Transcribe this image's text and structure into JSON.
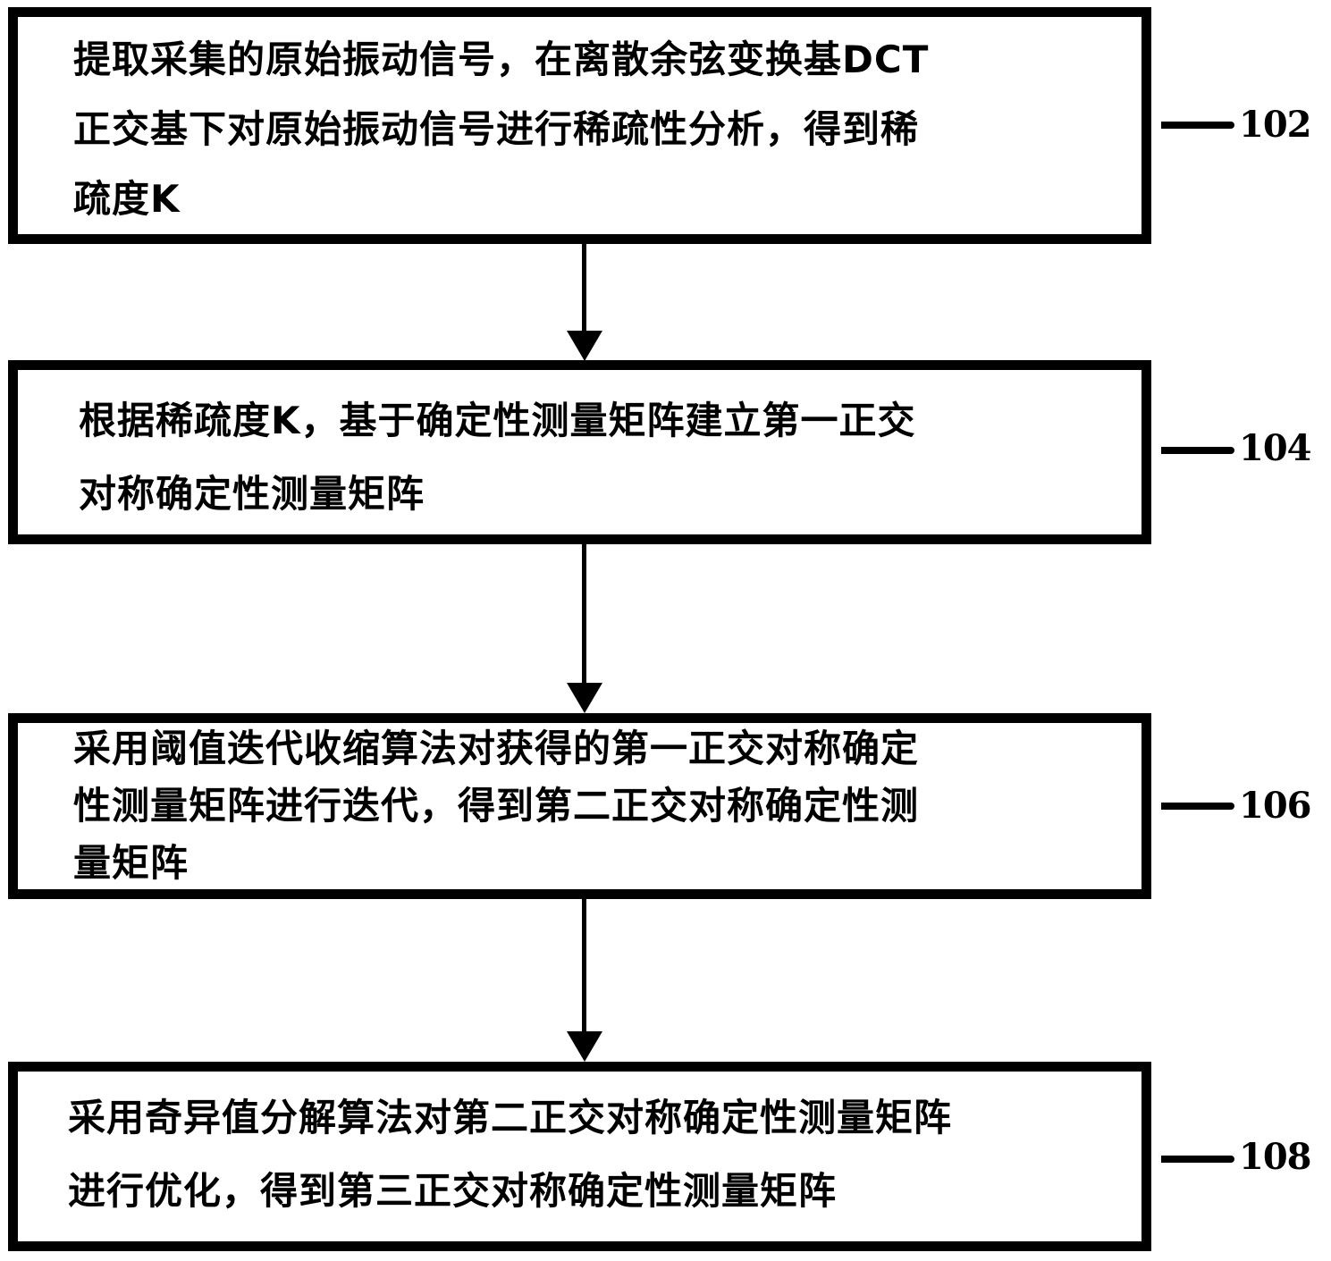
{
  "diagram": {
    "type": "flowchart",
    "direction": "top-to-bottom",
    "steps": [
      {
        "id": "102",
        "label": "102",
        "text": "提取采集的原始振动信号，在离散余弦变换基DCT\n正交基下对原始振动信号进行稀疏性分析，得到稀\n疏度K"
      },
      {
        "id": "104",
        "label": "104",
        "text": "根据稀疏度K，基于确定性测量矩阵建立第一正交\n对称确定性测量矩阵"
      },
      {
        "id": "106",
        "label": "106",
        "text": "采用阈值迭代收缩算法对获得的第一正交对称确定\n性测量矩阵进行迭代，得到第二正交对称确定性测\n量矩阵"
      },
      {
        "id": "108",
        "label": "108",
        "text": "采用奇异值分解算法对第二正交对称确定性测量矩阵\n进行优化，得到第三正交对称确定性测量矩阵"
      }
    ],
    "edges": [
      {
        "from": "102",
        "to": "104"
      },
      {
        "from": "104",
        "to": "106"
      },
      {
        "from": "106",
        "to": "108"
      }
    ],
    "colors": {
      "stroke": "#000000",
      "fill": "#ffffff",
      "text": "#000000"
    }
  }
}
